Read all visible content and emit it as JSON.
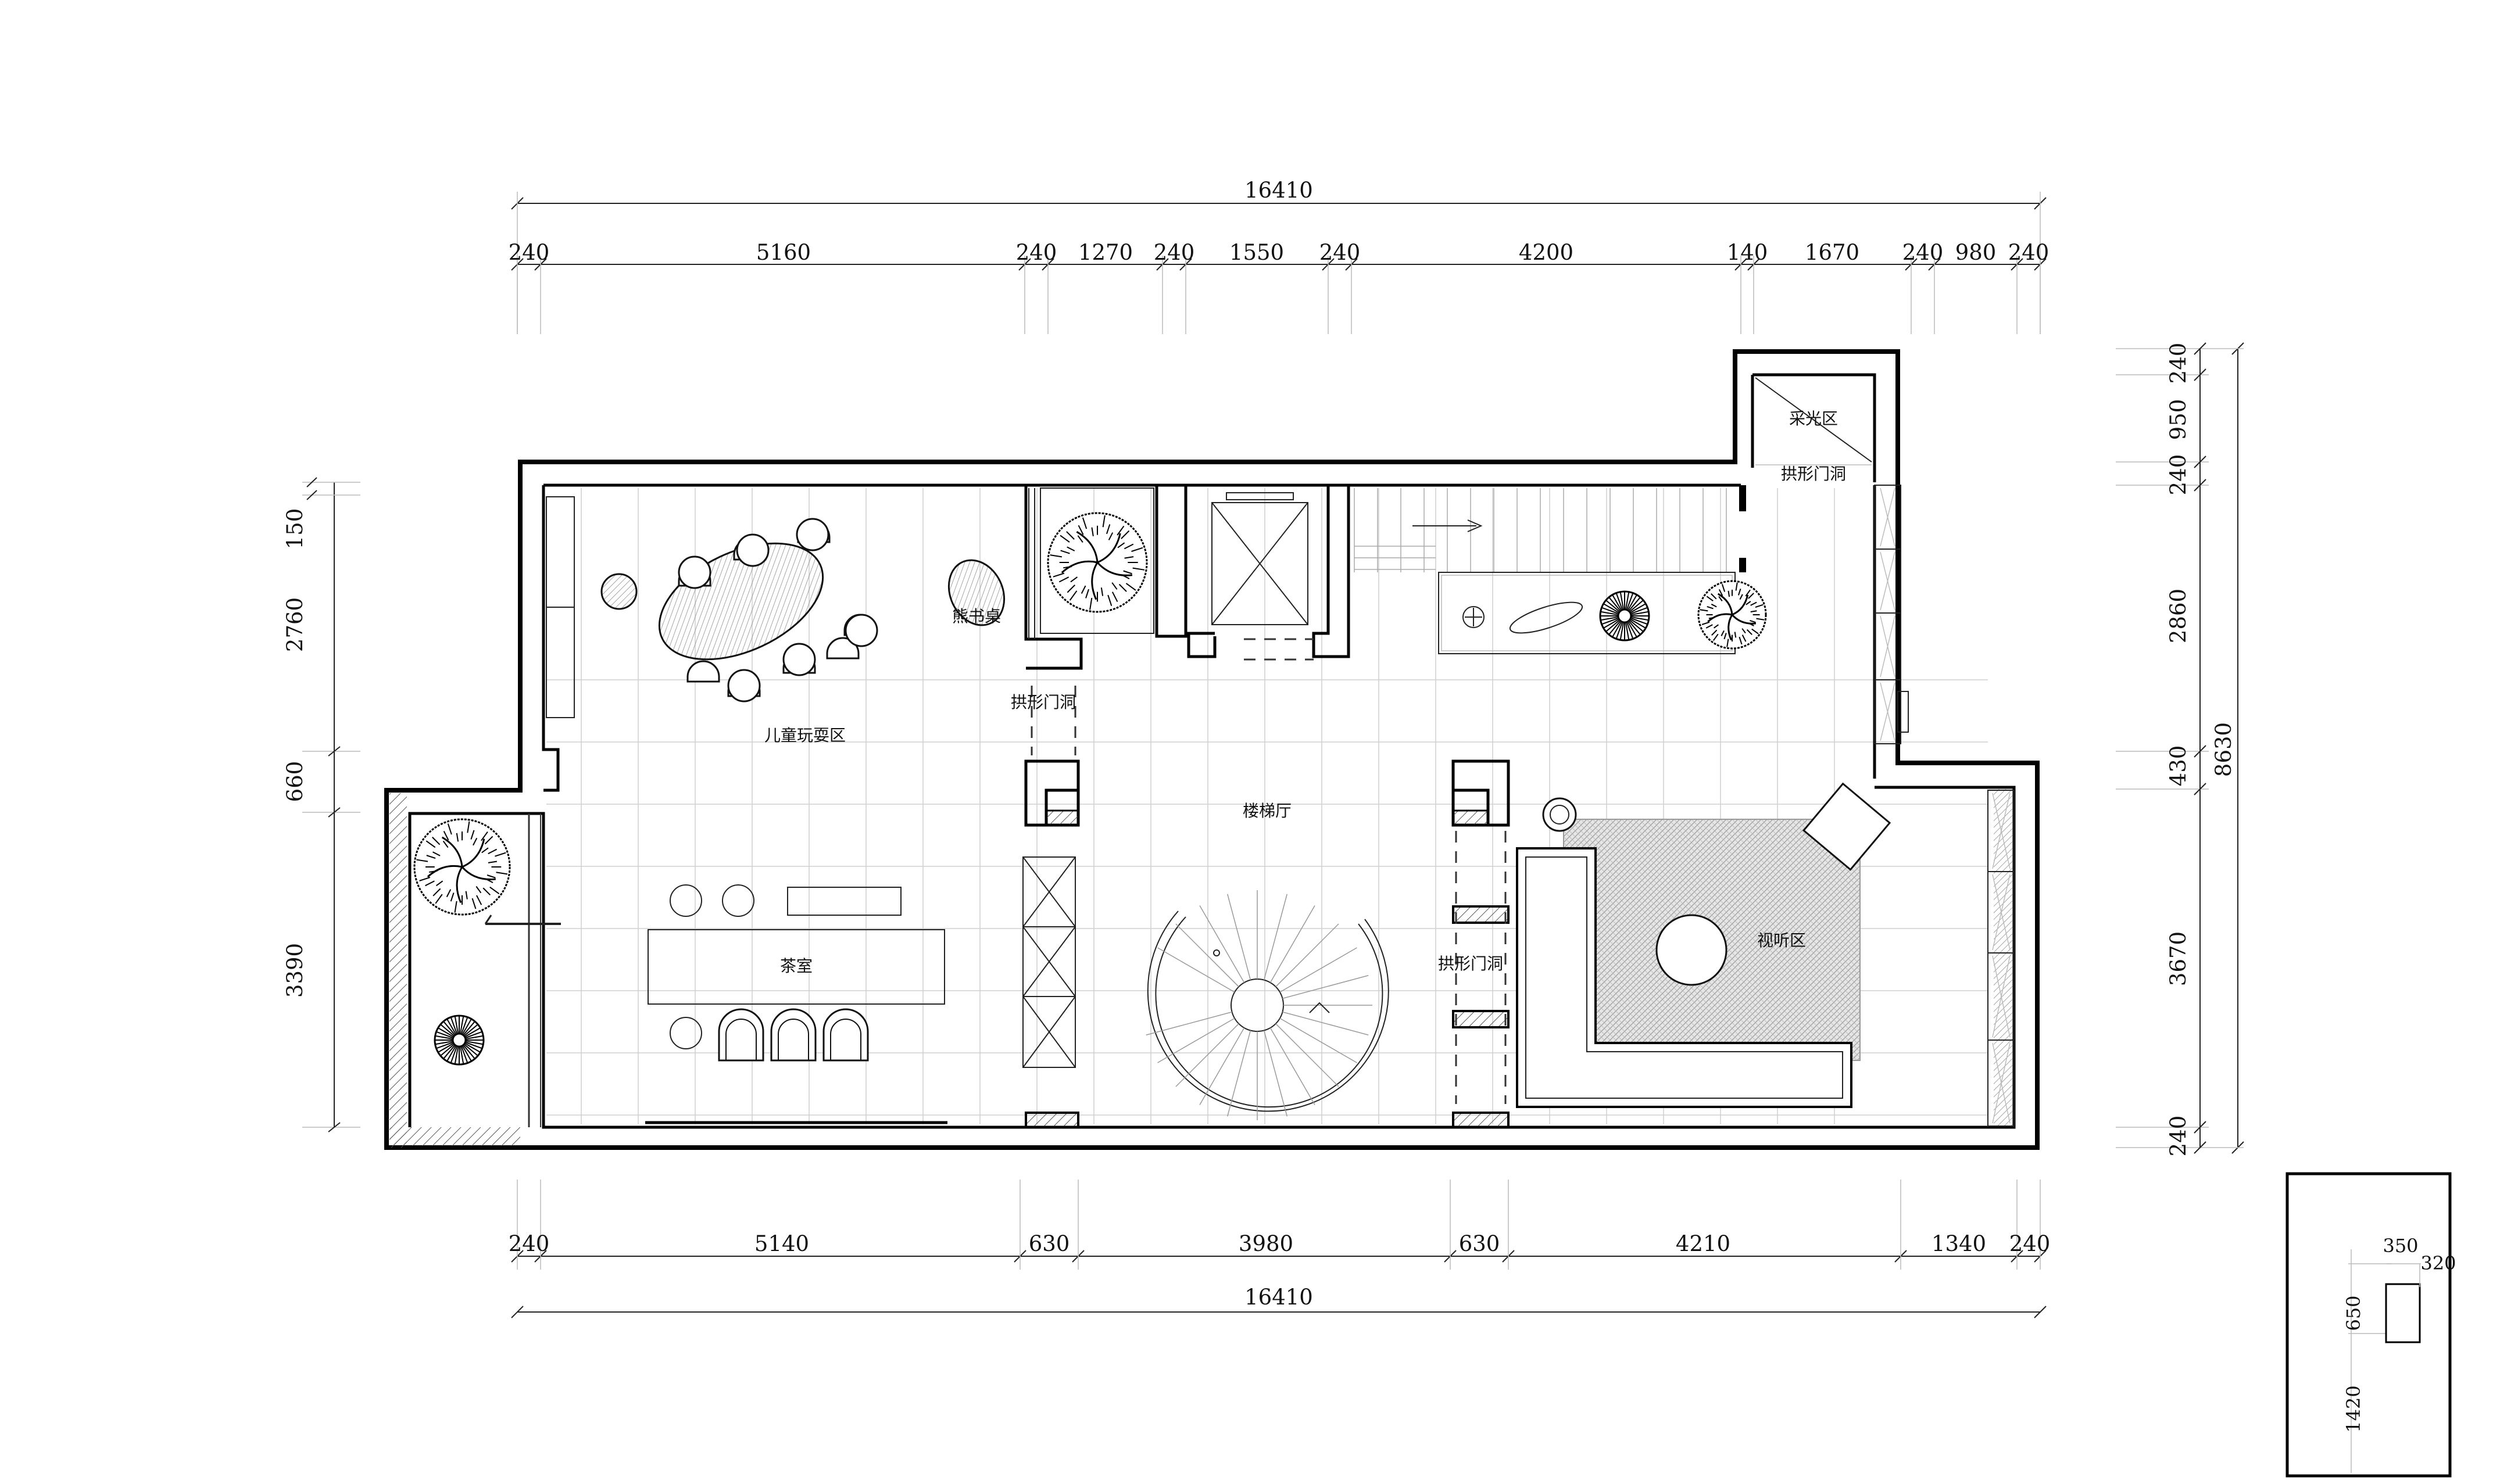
{
  "dimensions": {
    "top_total": "16410",
    "top": [
      "240",
      "5160",
      "240",
      "1270",
      "240",
      "1550",
      "240",
      "4200",
      "140",
      "1670",
      "240",
      "980",
      "240"
    ],
    "bottom": [
      "240",
      "5140",
      "630",
      "3980",
      "630",
      "4210",
      "1340",
      "240"
    ],
    "bottom_total": "16410",
    "left": [
      "150",
      "2760",
      "660",
      "3390"
    ],
    "right": [
      "240",
      "950",
      "240",
      "2860",
      "430",
      "3670",
      "240"
    ],
    "right_total": "8630"
  },
  "rooms": {
    "skylight": "采光区",
    "arch_top": "拱形门洞",
    "bear_table": "熊书桌",
    "kids_play": "儿童玩耍区",
    "arch_left": "拱形门洞",
    "stair_hall": "楼梯厅",
    "tea_room": "茶室",
    "arch_right": "拱形门洞",
    "av_area": "视听区"
  },
  "detail": {
    "w1": "350",
    "w2": "320",
    "h1": "650",
    "h2": "1420"
  }
}
